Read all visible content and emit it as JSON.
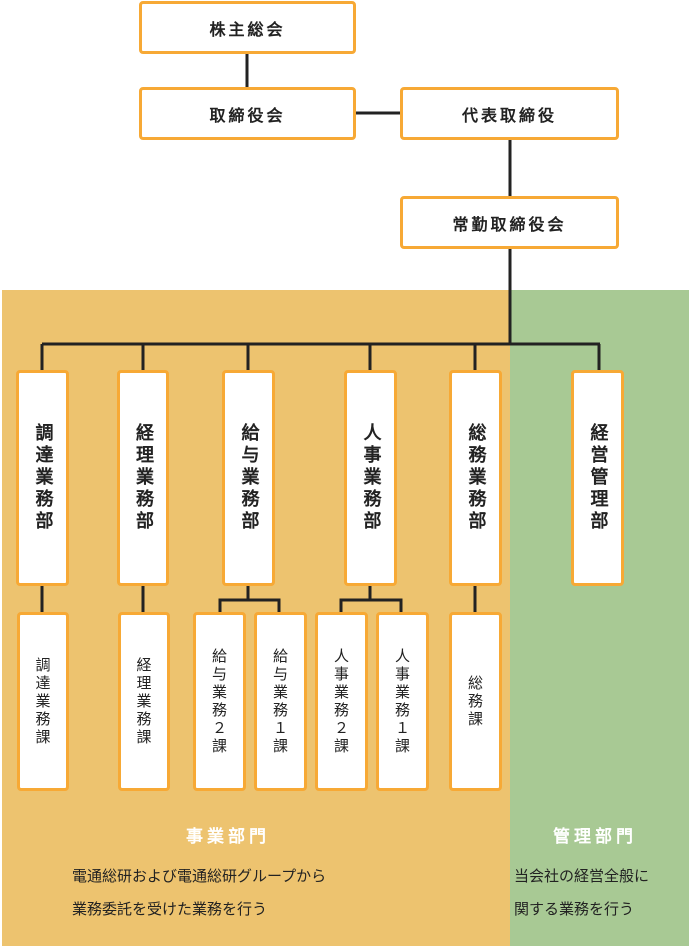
{
  "top": {
    "shareholders": "株主総会",
    "board": "取締役会",
    "president": "代表取締役",
    "executive": "常勤取締役会"
  },
  "departments": [
    {
      "name": "調達業務部",
      "sections": [
        "調達業務課"
      ]
    },
    {
      "name": "経理業務部",
      "sections": [
        "経理業務課"
      ]
    },
    {
      "name": "給与業務部",
      "sections": [
        "給与業務２課",
        "給与業務１課"
      ]
    },
    {
      "name": "人事業務部",
      "sections": [
        "人事業務２課",
        "人事業務１課"
      ]
    },
    {
      "name": "総務業務部",
      "sections": [
        "総務課"
      ]
    },
    {
      "name": "経営管理部",
      "sections": []
    }
  ],
  "divisions": {
    "business": {
      "title": "事業部門",
      "desc1": "電通総研および電通総研グループから",
      "desc2": "業務委託を受けた業務を行う",
      "color": "#edc36f"
    },
    "management": {
      "title": "管理部門",
      "desc1": "当会社の経営全般に",
      "desc2": "関する業務を行う",
      "color": "#a8c994"
    }
  }
}
